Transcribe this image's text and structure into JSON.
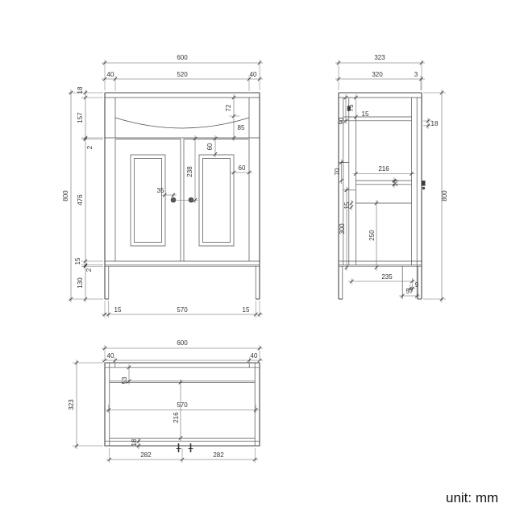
{
  "unit_label": "unit: mm",
  "front": {
    "width": "600",
    "w_left": "40",
    "w_basin": "520",
    "w_right": "40",
    "h_top_rail": "18",
    "h_basin": "157",
    "h_gap_top": "2",
    "h_door": "476",
    "h_rail_bottom": "15",
    "h_gap_bottom": "2",
    "h_plinth": "130",
    "height": "800",
    "b_left": "15",
    "b_center": "570",
    "b_right": "15",
    "basin_lip": "72",
    "basin_under": "85",
    "door_rail": "60",
    "door_stile": "60",
    "knob_drop": "238",
    "knob_offset": "35"
  },
  "side": {
    "depth": "323",
    "d_body": "320",
    "d_back": "3",
    "height": "800",
    "top_inset": "75",
    "top_drop": "90",
    "gap_top": "15",
    "back_rail": "18",
    "front_rail": "70",
    "inner_depth": "216",
    "shelf_thick": "15",
    "rail_w": "15",
    "lower_front": "300",
    "lower_inner": "250",
    "plinth_inset": "235",
    "back_gap": "9",
    "back_foot": "57"
  },
  "top": {
    "width": "600",
    "w_left": "40",
    "w_right": "40",
    "depth": "323",
    "back_gap": "53",
    "inner_width": "570",
    "inner_depth": "216",
    "front_rail": "18",
    "fix_left": "282",
    "fix_right": "282"
  }
}
